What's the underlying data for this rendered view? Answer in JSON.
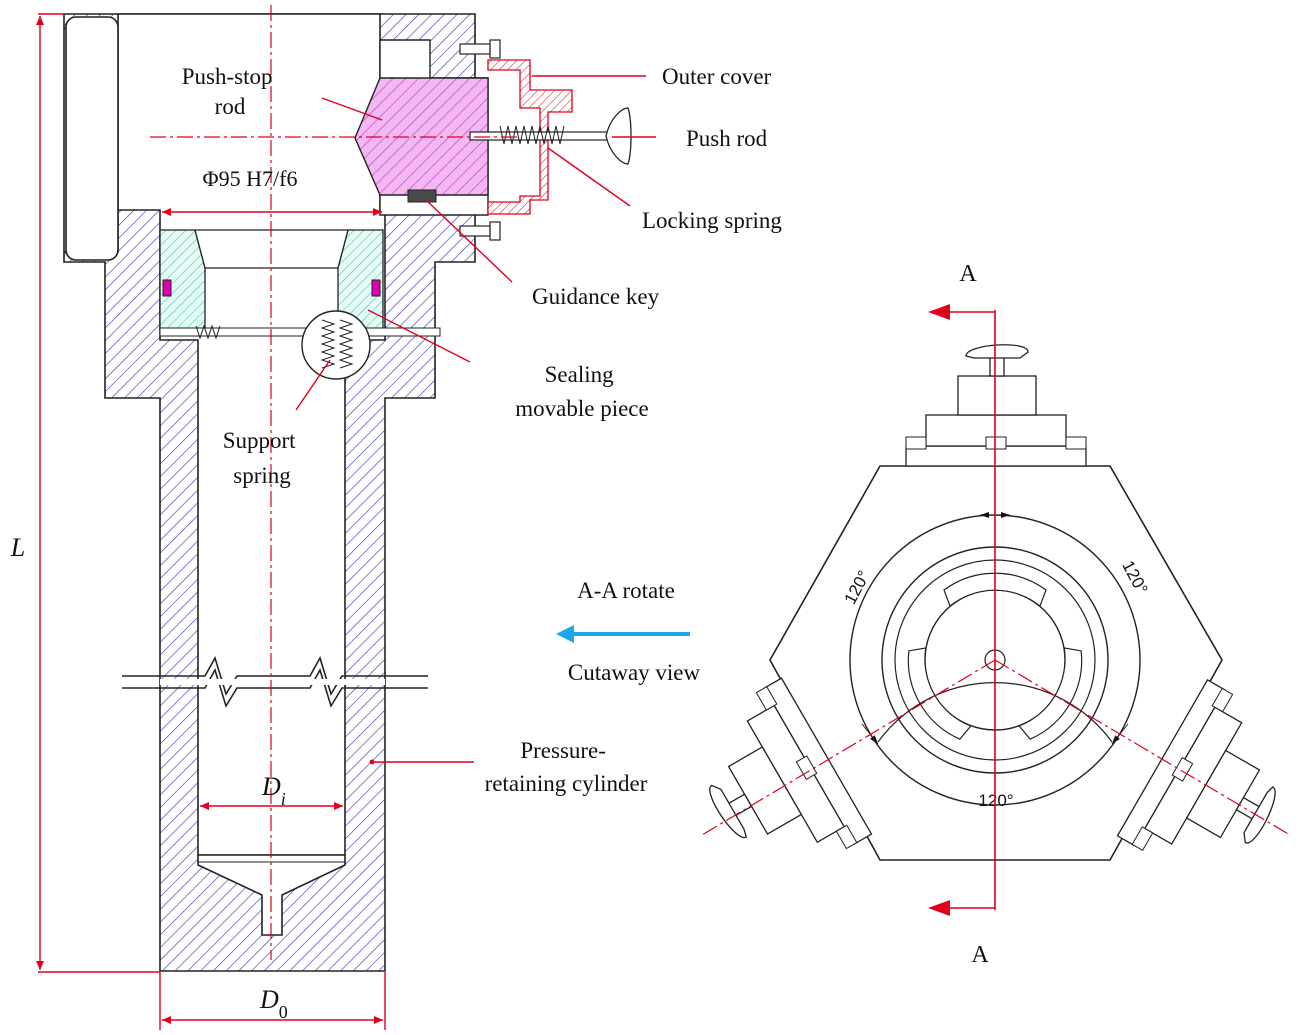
{
  "labels": {
    "push_stop_rod": [
      "Push-stop",
      "rod"
    ],
    "fit": "Φ95 H7/f6",
    "outer_cover": "Outer cover",
    "push_rod": "Push rod",
    "locking_spring": "Locking spring",
    "guidance_key": "Guidance key",
    "sealing_movable_piece": [
      "Sealing",
      "movable piece"
    ],
    "support_spring": [
      "Support",
      "spring"
    ],
    "pressure_retaining_cylinder": [
      "Pressure-",
      "retaining cylinder"
    ],
    "a_a_rotate": "A-A rotate",
    "cutaway_view": "Cutaway view",
    "section_top": "A",
    "section_bottom": "A",
    "angle_left": "120°",
    "angle_right": "120°",
    "angle_bottom": "120°"
  },
  "dimensions": {
    "length_symbol": "L",
    "inner_diameter_base": "D",
    "inner_diameter_sub": "i",
    "outer_diameter_base": "D",
    "outer_diameter_sub": "0"
  },
  "colors": {
    "hatch_body": "#3a3ad0",
    "hatch_rod": "#c040c0",
    "rod_fill": "#f3b8f3",
    "hatch_seal": "#2bbfa5",
    "seal_fill": "#e4fbf6",
    "seal_ring": "#e000b0",
    "leader_red": "#e0001b",
    "arrow_blue": "#1aa7ec"
  }
}
